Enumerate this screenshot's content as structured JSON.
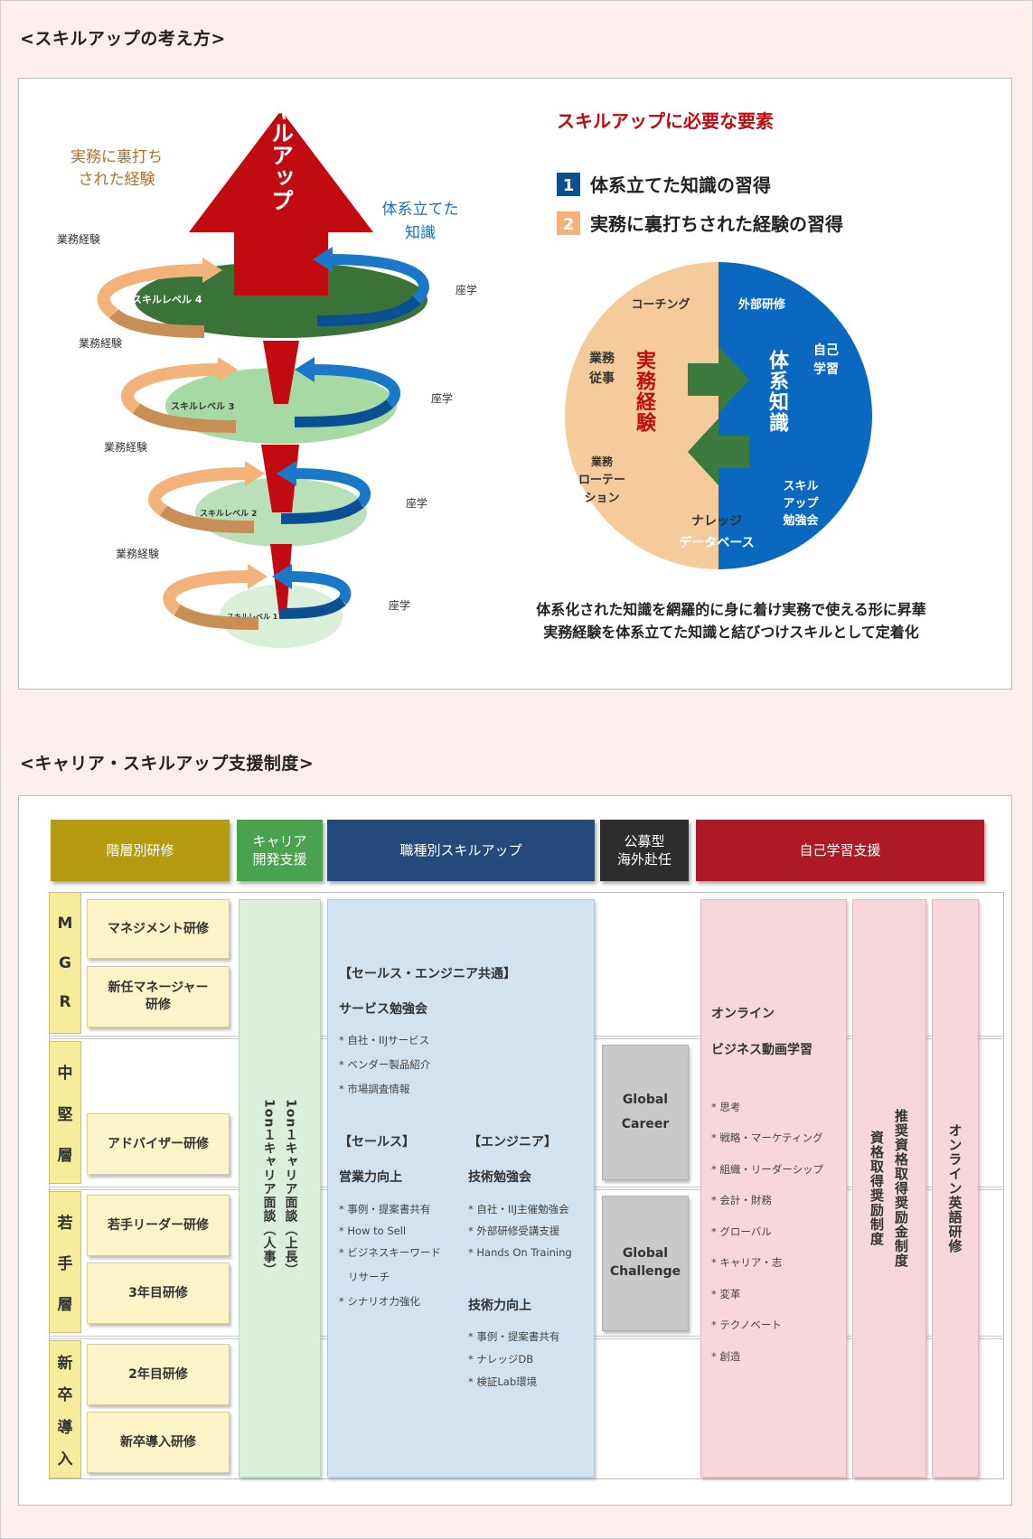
{
  "section1_title": "<スキルアップの考え方>",
  "section2_title": "<キャリア・スキルアップ支援制度>",
  "spiral": {
    "arrow_label": "スキルアップ",
    "left_note": [
      "実務に裏打ち",
      "された経験"
    ],
    "right_note": [
      "体系立てた",
      "知識"
    ],
    "levels": [
      "スキルレベル 4",
      "スキルレベル 3",
      "スキルレベル 2",
      "スキルレベル 1"
    ],
    "left_label": "業務経験",
    "right_label": "座学"
  },
  "elements": {
    "title": "スキルアップに必要な要素",
    "items": [
      {
        "num": "1",
        "text": "体系立てた知識の習得"
      },
      {
        "num": "2",
        "text": "実務に裏打ちされた経験の習得"
      }
    ]
  },
  "circle": {
    "coaching": "コーチング",
    "gaibu": "外部研修",
    "jiko": [
      "自己",
      "学習"
    ],
    "gyomu_juji": [
      "業務",
      "従事"
    ],
    "jitsumu_keiken": "実務経験",
    "taikei_chishiki": "体系知識",
    "rotation": [
      "業務",
      "ローテー",
      "ション"
    ],
    "skillup_kai": [
      "スキル",
      "アップ",
      "勉強会"
    ],
    "knowledge_db": [
      "ナレッジ",
      "データベース"
    ]
  },
  "summary": [
    "体系化された知識を網羅的に身に着け実務で使える形に昇華",
    "実務経験を体系立てた知識と結びつけスキルとして定着化"
  ],
  "headers": {
    "kaiso": "階層別研修",
    "career": [
      "キャリア",
      "開発支援"
    ],
    "shokushu": "職種別スキルアップ",
    "kobo": [
      "公募型",
      "海外赴任"
    ],
    "jiko": "自己学習支援"
  },
  "tiers": {
    "mgr": [
      "M",
      "G",
      "R"
    ],
    "chuken": [
      "中",
      "堅",
      "層"
    ],
    "wakate": [
      "若",
      "手",
      "層"
    ],
    "shinsotsu": [
      "新",
      "卒",
      "導",
      "入"
    ]
  },
  "levels": {
    "management": "マネジメント研修",
    "new_manager": [
      "新任マネージャー",
      "研修"
    ],
    "adviser": "アドバイザー研修",
    "young_leader": "若手リーダー研修",
    "third_year": "3年目研修",
    "second_year": "2年目研修",
    "new_grad": "新卒導入研修"
  },
  "career_col": [
    "1on１キャリア面談（人事）",
    "1on１キャリア面談（上長）"
  ],
  "shokushu_box": {
    "common_title": "【セールス・エンジニア共通】",
    "service_title": "サービス勉強会",
    "service_items": [
      "* 自社・IIJサービス",
      "* ベンダー製品紹介",
      "* 市場調査情報"
    ],
    "sales_title": "【セールス】",
    "sales_sub": "営業力向上",
    "sales_items": [
      "* 事例・提案書共有",
      "* How to Sell",
      "* ビジネスキーワード",
      "   リサーチ",
      "* シナリオ力強化"
    ],
    "eng_title": "【エンジニア】",
    "eng_sub1": "技術勉強会",
    "eng_items1": [
      "* 自社・IIJ主催勉強会",
      "* 外部研修受講支援",
      "* Hands On Training"
    ],
    "eng_sub2": "技術力向上",
    "eng_items2": [
      "* 事例・提案書共有",
      "* ナレッジDB",
      "* 検証Lab環境"
    ]
  },
  "global": {
    "career": [
      "Global",
      "Career"
    ],
    "challenge": [
      "Global",
      "Challenge"
    ]
  },
  "online_box": {
    "title1": "オンライン",
    "title2": "ビジネス動画学習",
    "items": [
      "* 思考",
      "* 戦略・マーケティング",
      "* 組織・リーダーシップ",
      "* 会計・財務",
      "* グローバル",
      "* キャリア・志",
      "* 変革",
      "* テクノベート",
      "* 創造"
    ]
  },
  "vertical_cols": {
    "shikaku": "資格取得奨励制度",
    "suisho": "推奨資格取得奨励金制度",
    "eigo": "オンライン英語研修"
  },
  "colors": {
    "red": "#c10b10",
    "dark_green": "#3a7338",
    "light_green": "#a6d9a4",
    "orange": "#f2b27a",
    "blue": "#0a5aa8",
    "peach": "#f5cb9b",
    "circle_blue": "#0b68c1",
    "header_olive": "#b49b10",
    "header_green": "#4aa24f",
    "header_navy": "#234a7a",
    "header_black": "#2d2d2d",
    "header_red": "#ad1a26"
  }
}
